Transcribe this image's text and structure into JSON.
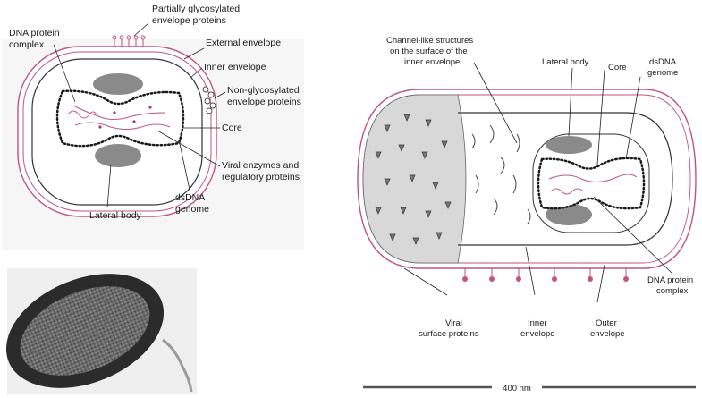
{
  "left_diagram": {
    "labels": {
      "partially_glycosylated": [
        "Partially glycosylated",
        "envelope proteins"
      ],
      "dna_protein_complex": [
        "DNA protein",
        "complex"
      ],
      "external_envelope": "External envelope",
      "inner_envelope": "Inner envelope",
      "non_glycosylated": [
        "Non-glycosylated",
        "envelope proteins"
      ],
      "core": "Core",
      "viral_enzymes": [
        "Viral enzymes and",
        "regulatory proteins"
      ],
      "dsdna_genome": [
        "dsDNA",
        "genome"
      ],
      "lateral_body": "Lateral body"
    }
  },
  "right_diagram": {
    "labels": {
      "channel_like": [
        "Channel-like structures",
        "on the surface of the",
        "inner envelope"
      ],
      "lateral_body": "Lateral body",
      "core": "Core",
      "dsdna_genome": [
        "dsDNA",
        "genome"
      ],
      "dna_protein_complex": [
        "DNA protein",
        "complex"
      ],
      "viral_surface_proteins": [
        "Viral",
        "surface proteins"
      ],
      "inner_envelope": [
        "Inner",
        "envelope"
      ],
      "outer_envelope": [
        "Outer",
        "envelope"
      ]
    }
  },
  "scale_bar": {
    "label": "400 nm"
  },
  "colors": {
    "membrane": "#c2557a",
    "lateral_body": "#8a8a8a",
    "genome_bead": "#2a2a2a",
    "micrograph_dark": "#2b2b2b"
  }
}
